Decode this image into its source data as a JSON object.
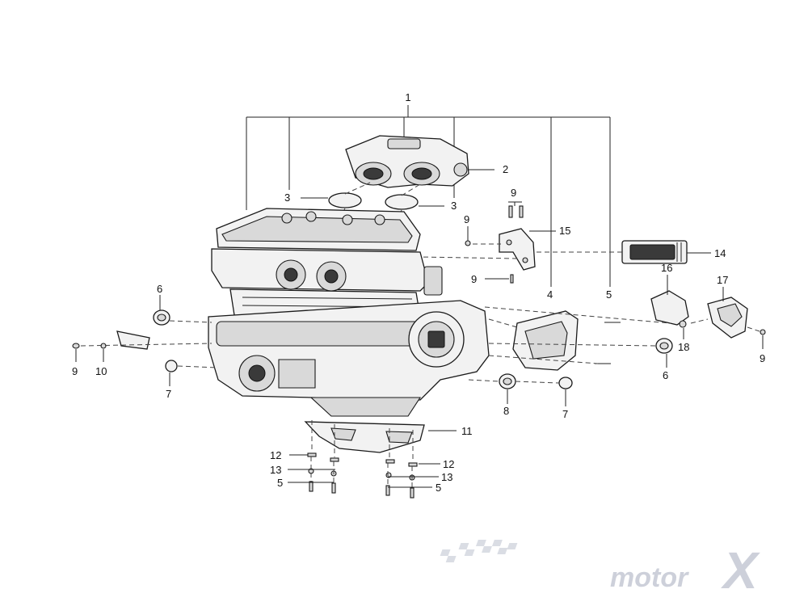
{
  "callouts": {
    "c1": "1",
    "c2": "2",
    "c3a": "3",
    "c3b": "3",
    "c4": "4",
    "c5a": "5",
    "c6a": "6",
    "c6b": "6",
    "c7a": "7",
    "c7b": "7",
    "c8": "8",
    "c9a": "9",
    "c9b": "9",
    "c9c": "9",
    "c9d": "9",
    "c9e": "9",
    "c10": "10",
    "c11": "11",
    "c12a": "12",
    "c12b": "12",
    "c13a": "13",
    "c13b": "13",
    "c5b": "5",
    "c5c": "5",
    "c14": "14",
    "c15": "15",
    "c16": "16",
    "c17": "17",
    "c18": "18"
  },
  "watermark": {
    "brand": "motor",
    "mark": "X"
  },
  "colors": {
    "line": "#222222",
    "watermark": "#c8ccd6"
  }
}
